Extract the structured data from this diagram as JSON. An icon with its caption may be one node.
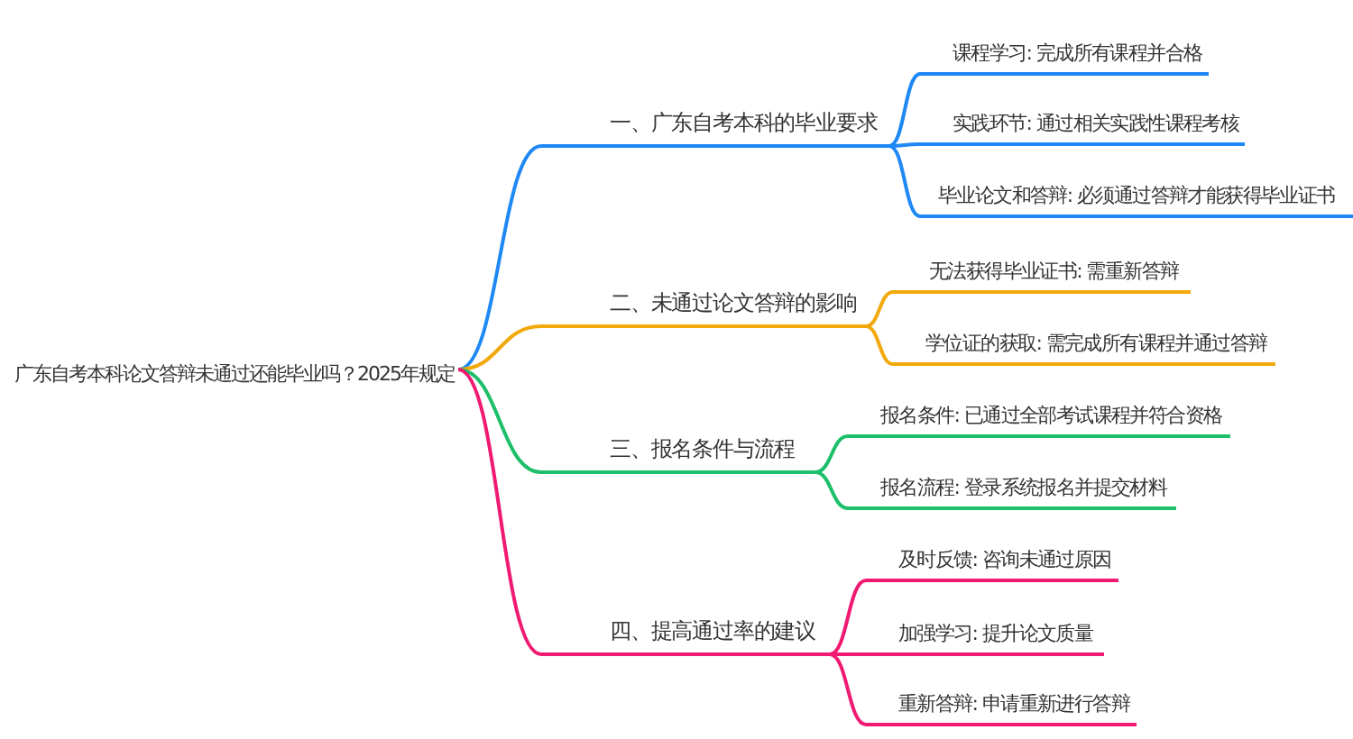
{
  "diagram": {
    "nodes": [
      {
        "text": [
          "广东自考本科论文答辩未通过还能毕业吗？2025年规定"
        ]
      },
      {
        "text": [
          "一、广东自考本科的毕业要求"
        ]
      },
      {
        "text": [
          "课程学习: 完成所有课程并合格"
        ]
      },
      {
        "text": [
          "实践环节: 通过相关实践性课程考核"
        ]
      },
      {
        "text": [
          "毕业论文和答辩: 必须通过答辩才能获得毕业证书"
        ]
      },
      {
        "text": [
          "二、未通过论文答辩的影响"
        ]
      },
      {
        "text": [
          "无法获得毕业证书: 需重新答辩"
        ]
      },
      {
        "text": [
          "学位证的获取: 需完成所有课程并通过答辩"
        ]
      },
      {
        "text": [
          "三、报名条件与流程"
        ]
      },
      {
        "text": [
          "报名条件: 已通过全部考试课程并符合资格"
        ]
      },
      {
        "text": [
          "报名流程: 登录系统报名并提交材料"
        ]
      },
      {
        "text": [
          "四、提高通过率的建议"
        ]
      },
      {
        "text": [
          "及时反馈: 咨询未通过原因"
        ]
      },
      {
        "text": [
          "加强学习: 提升论文质量"
        ]
      },
      {
        "text": [
          "重新答辩: 申请重新进行答辩"
        ]
      }
    ],
    "edges": [
      {
        "from": 0,
        "to": 1,
        "arrow": "none",
        "color": "#1e88f5"
      },
      {
        "from": 1,
        "to": 2,
        "arrow": "none",
        "color": "#1e88f5"
      },
      {
        "from": 1,
        "to": 3,
        "arrow": "none",
        "color": "#1e88f5"
      },
      {
        "from": 1,
        "to": 4,
        "arrow": "none",
        "color": "#1e88f5"
      },
      {
        "from": 0,
        "to": 5,
        "arrow": "none",
        "color": "#f2a90c"
      },
      {
        "from": 5,
        "to": 6,
        "arrow": "none",
        "color": "#f2a90c"
      },
      {
        "from": 5,
        "to": 7,
        "arrow": "none",
        "color": "#f2a90c"
      },
      {
        "from": 0,
        "to": 8,
        "arrow": "none",
        "color": "#1dbf6a"
      },
      {
        "from": 8,
        "to": 9,
        "arrow": "none",
        "color": "#1dbf6a"
      },
      {
        "from": 8,
        "to": 10,
        "arrow": "none",
        "color": "#1dbf6a"
      },
      {
        "from": 0,
        "to": 11,
        "arrow": "none",
        "color": "#f01a72"
      },
      {
        "from": 11,
        "to": 12,
        "arrow": "none",
        "color": "#f01a72"
      },
      {
        "from": 11,
        "to": 13,
        "arrow": "none",
        "color": "#f01a72"
      },
      {
        "from": 11,
        "to": 14,
        "arrow": "none",
        "color": "#f01a72"
      }
    ]
  }
}
